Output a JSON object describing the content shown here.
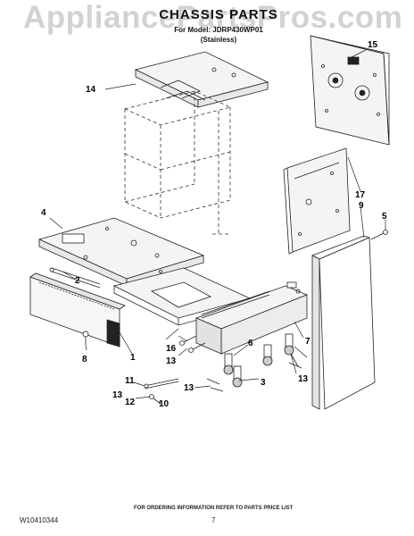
{
  "watermark": "AppliancePartsPros.com",
  "header": {
    "title": "CHASSIS PARTS",
    "subtitle": "For Model: JDRP430WP01",
    "variant": "(Stainless)"
  },
  "callouts": [
    "15",
    "14",
    "17",
    "9",
    "5",
    "4",
    "2",
    "8",
    "1",
    "16",
    "13",
    "6",
    "7",
    "13",
    "3",
    "13",
    "11",
    "13",
    "12",
    "10"
  ],
  "footer": {
    "doc_number": "W10410344",
    "order_note": "FOR ORDERING INFORMATION REFER TO PARTS PRICE LIST",
    "page_number": "7"
  },
  "colors": {
    "line": "#222222",
    "fill": "#f4f4f4",
    "watermark": "#d2d2d2"
  }
}
